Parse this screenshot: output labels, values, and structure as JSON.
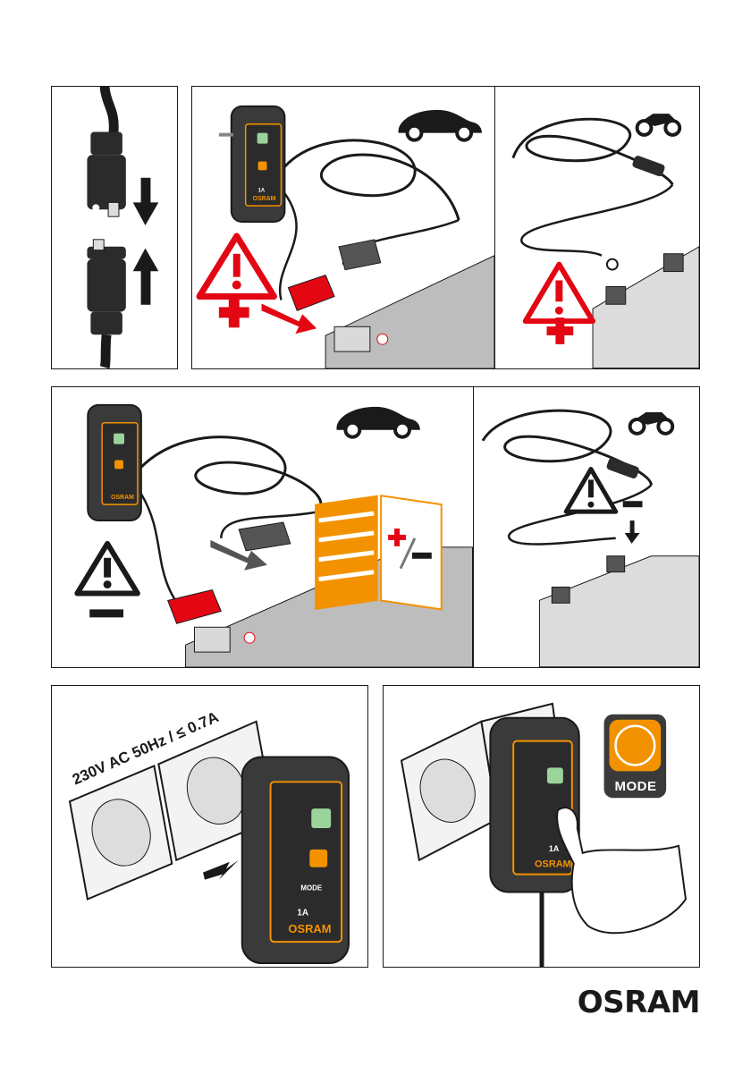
{
  "voltage_label": "230V AC 50Hz / ≤ 0.7A",
  "mode_button_label": "MODE",
  "brand_logo": "OSRAM",
  "device_small_text": {
    "brand": "OSRAM",
    "current": "1A",
    "mode": "MODE"
  },
  "colors": {
    "accent": "#f39200",
    "warning_red": "#e30613",
    "outline": "#1a1a1a",
    "body": "#3a3a3a",
    "led": "#9bd39a"
  },
  "icons": [
    "car-icon",
    "motorcycle-icon",
    "warning-triangle-icon",
    "plus-icon",
    "minus-icon",
    "arrow-icon",
    "manual-book-icon",
    "hand-icon"
  ]
}
